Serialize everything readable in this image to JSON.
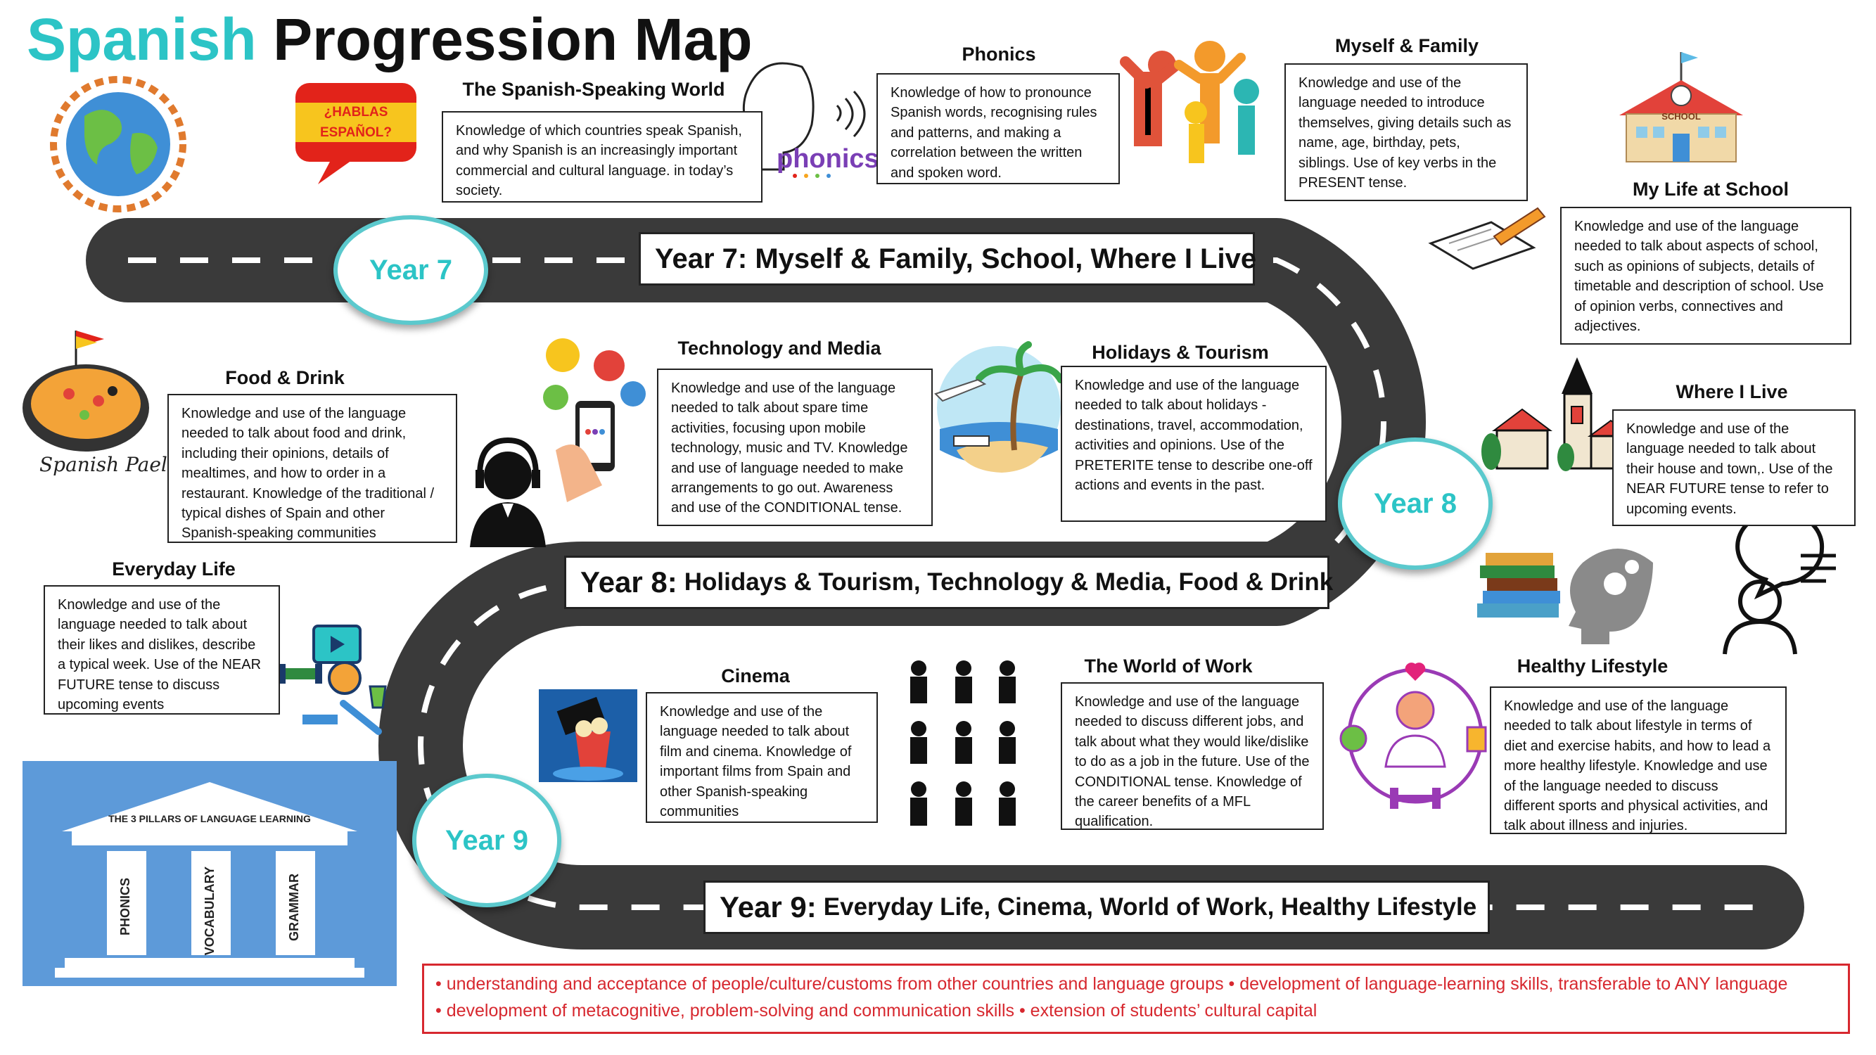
{
  "title": {
    "part1": "Spanish",
    "part2": "Progression Map"
  },
  "colors": {
    "accent": "#2cc4c6",
    "road": "#3a3a3a",
    "footer_red": "#d7282f",
    "pillars_bg": "#5d9ad9"
  },
  "years": {
    "y7": "Year 7",
    "y8": "Year 8",
    "y9": "Year 9"
  },
  "banners": {
    "y7": "Year 7: Myself & Family, School, Where I Live",
    "y8_lead": "Year 8:",
    "y8_rest": "Holidays & Tourism, Technology & Media, Food & Drink",
    "y9_lead": "Year 9:",
    "y9_rest": "Everyday Life, Cinema, World of Work, Healthy Lifestyle"
  },
  "sections": {
    "spanish_world": {
      "heading": "The Spanish-Speaking World",
      "text": "Knowledge of which countries speak Spanish, and why Spanish is an increasingly important commercial and cultural language. in today’s society."
    },
    "phonics": {
      "heading": "Phonics",
      "text": "Knowledge of how to pronounce Spanish words, recognising rules and patterns, and making a correlation between the written and spoken word."
    },
    "myself_family": {
      "heading": "Myself & Family",
      "text": "Knowledge and use of the language needed to introduce themselves, giving details such as name, age, birthday, pets, siblings. Use of key verbs in the PRESENT tense."
    },
    "school": {
      "heading": "My Life at School",
      "text": "Knowledge and use of the language needed to talk about aspects of school, such as opinions of subjects, details of timetable and description of school. Use of opinion verbs, connectives and adjectives."
    },
    "where_live": {
      "heading": "Where I Live",
      "text": "Knowledge and use of the language needed to talk about their house and town,. Use of the NEAR FUTURE tense to refer to upcoming events."
    },
    "holidays": {
      "heading": "Holidays & Tourism",
      "text": "Knowledge and use of the language needed to talk about holidays - destinations, travel, accommodation, activities and opinions. Use of the PRETERITE tense to describe one-off actions and events in the past."
    },
    "technology": {
      "heading": "Technology and Media",
      "text": "Knowledge and use of the language needed to talk about spare time activities, focusing upon mobile technology, music and TV. Knowledge and use of language needed to make arrangements to go out. Awareness and use of the CONDITIONAL tense."
    },
    "food": {
      "heading": "Food & Drink",
      "text": "Knowledge and use of the language needed to talk about food and drink, including their opinions, details of mealtimes, and how to order in a restaurant. Knowledge of the traditional / typical dishes of Spain and other Spanish-speaking communities"
    },
    "everyday": {
      "heading": "Everyday Life",
      "text": "Knowledge and use of the language needed to talk about their likes and dislikes, describe a typical week. Use of the NEAR FUTURE tense to discuss upcoming events"
    },
    "cinema": {
      "heading": "Cinema",
      "text": "Knowledge and use of the language needed to talk about film and cinema. Knowledge of important films from Spain and other Spanish-speaking communities"
    },
    "work": {
      "heading": "The World of Work",
      "text": "Knowledge and use of the language needed to discuss different jobs, and talk about what they would like/dislike to do as a job in the future. Use of the CONDITIONAL tense. Knowledge of the career benefits of a MFL qualification."
    },
    "healthy": {
      "heading": "Healthy Lifestyle",
      "text": "Knowledge and use of the language needed to talk about lifestyle in terms of diet and exercise habits, and how to lead a more healthy lifestyle. Knowledge and use of the language needed to discuss different sports and physical activities, and talk about illness and injuries."
    }
  },
  "images": {
    "hablas": "¿HABLAS ESPAÑOL?",
    "phonics_word": "phonics",
    "school_sign": "SCHOOL",
    "paella_caption": "Spanish Paella",
    "pillars_title": "THE 3 PILLARS OF LANGUAGE LEARNING",
    "pillars": [
      "PHONICS",
      "VOCABULARY",
      "GRAMMAR"
    ]
  },
  "footer": {
    "line1": "• understanding and acceptance of people/culture/customs from other countries and language groups • development of language-learning skills, transferable to ANY language",
    "line2": "• development of metacognitive, problem-solving and communication skills • extension of students’ cultural capital"
  }
}
